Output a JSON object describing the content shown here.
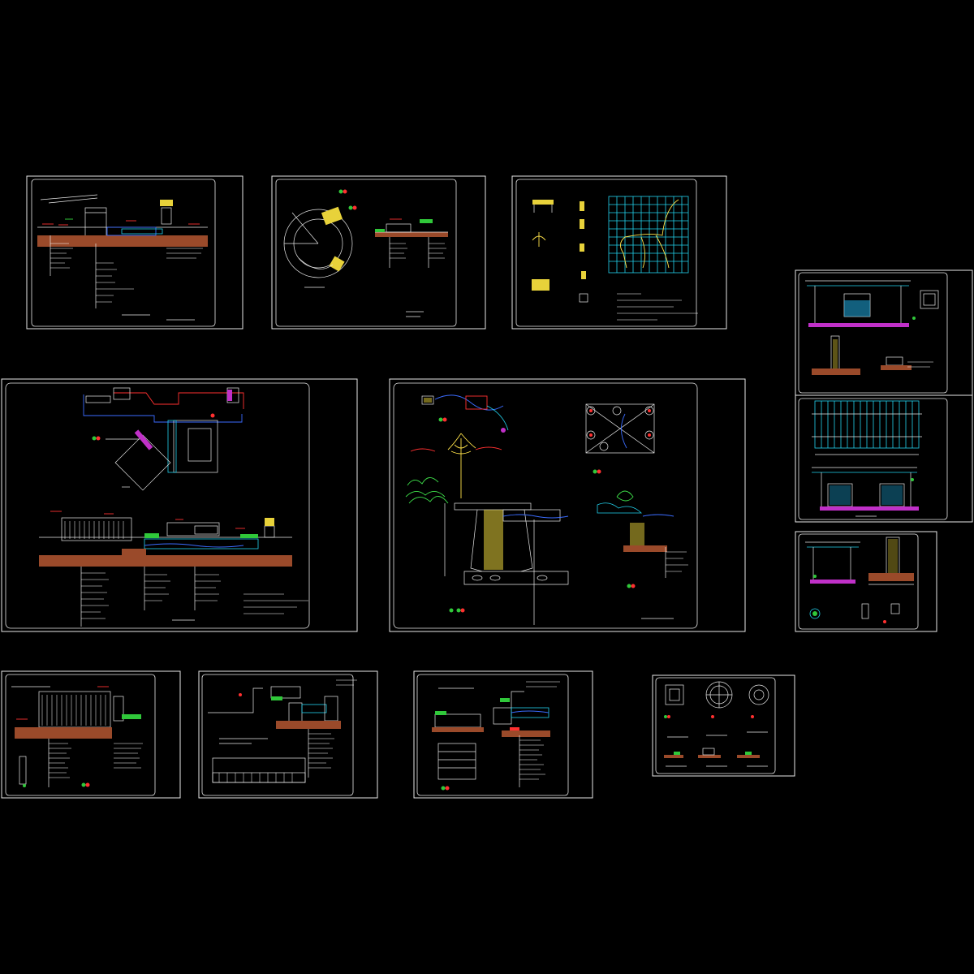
{
  "drawing": {
    "background": "#000000",
    "colors": {
      "line": "#e8e8e8",
      "cyan": "#22d3ee",
      "blue": "#3b6cff",
      "red": "#ff3030",
      "yellow": "#ffe34a",
      "green": "#3ee04a",
      "magenta": "#e040e0",
      "soil": "#9a4a2a"
    },
    "sheets": [
      {
        "id": "sheet-1",
        "content": "wall-section"
      },
      {
        "id": "sheet-2",
        "content": "circular-planter-plan"
      },
      {
        "id": "sheet-3",
        "content": "bench-details"
      },
      {
        "id": "sheet-4",
        "content": "pergola-elevation-top"
      },
      {
        "id": "sheet-5",
        "content": "pool-plan-and-section"
      },
      {
        "id": "sheet-6",
        "content": "waterfall-rockery-section"
      },
      {
        "id": "sheet-7",
        "content": "pergola-plan"
      },
      {
        "id": "sheet-8",
        "content": "pergola-column-detail"
      },
      {
        "id": "sheet-9",
        "content": "balustrade-section"
      },
      {
        "id": "sheet-10",
        "content": "pool-edge-section"
      },
      {
        "id": "sheet-11",
        "content": "steps-section"
      },
      {
        "id": "sheet-12",
        "content": "tree-pit-details"
      }
    ]
  }
}
